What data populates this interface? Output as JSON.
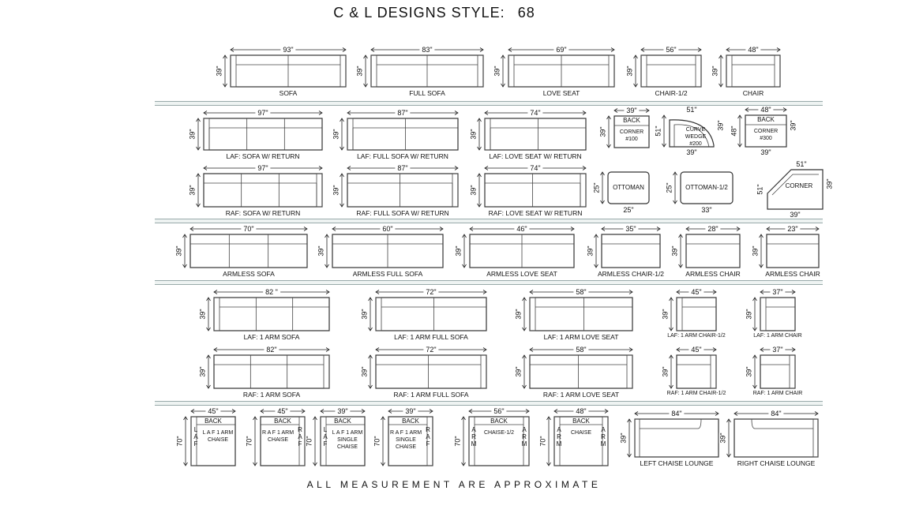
{
  "title": {
    "label": "C & L DESIGNS STYLE:",
    "style_number": "68"
  },
  "footer": "ALL MEASUREMENT ARE APPROXIMATE",
  "rows": [
    [
      {
        "name": "SOFA",
        "width": "93\"",
        "height": "39\"",
        "seats": 2
      },
      {
        "name": "FULL SOFA",
        "width": "83\"",
        "height": "39\"",
        "seats": 2
      },
      {
        "name": "LOVE SEAT",
        "width": "69\"",
        "height": "39\"",
        "seats": 2
      },
      {
        "name": "CHAIR-1/2",
        "width": "56\"",
        "height": "39\"",
        "seats": 1
      },
      {
        "name": "CHAIR",
        "width": "48\"",
        "height": "39\"",
        "seats": 1
      }
    ],
    [
      {
        "name": "LAF: SOFA W/ RETURN",
        "width": "97\"",
        "height": "39\"",
        "seats": 3
      },
      {
        "name": "LAF: FULL SOFA W/ RETURN",
        "width": "87\"",
        "height": "39\"",
        "seats": 2
      },
      {
        "name": "LAF: LOVE SEAT W/ RETURN",
        "width": "74\"",
        "height": "39\"",
        "seats": 2
      },
      {
        "name": "",
        "width": "39\"",
        "height": "39\"",
        "back": "BACK",
        "inner": "CORNER\n#100"
      },
      {
        "name": "",
        "width": "51\"",
        "height": "51\"",
        "height2": "39\"",
        "width2": "39\"",
        "inner": "CURVE\nWEDGE\n#200",
        "shape": "wedge"
      },
      {
        "name": "",
        "width": "48\"",
        "height": "48\"",
        "height2": "39\"",
        "width2": "39\"",
        "back": "BACK",
        "inner": "CORNER\n#300"
      }
    ],
    [
      {
        "name": "RAF: SOFA W/ RETURN",
        "width": "97\"",
        "height": "39\"",
        "seats": 3
      },
      {
        "name": "RAF: FULL SOFA W/ RETURN",
        "width": "87\"",
        "height": "39\"",
        "seats": 2
      },
      {
        "name": "RAF: LOVE SEAT W/ RETURN",
        "width": "74\"",
        "height": "39\"",
        "seats": 2
      },
      {
        "name": "",
        "width": "25\"",
        "height": "25\"",
        "inner": "OTTOMAN",
        "shape": "ottoman"
      },
      {
        "name": "",
        "width": "33\"",
        "height": "25\"",
        "inner": "OTTOMAN-1/2",
        "shape": "ottoman"
      },
      {
        "name": "",
        "width": "51\"",
        "height": "51\"",
        "height2": "39\"",
        "width2": "39\"",
        "inner": "CORNER",
        "shape": "corner"
      }
    ],
    [
      {
        "name": "ARMLESS SOFA",
        "width": "70\"",
        "height": "39\"",
        "seats": 3
      },
      {
        "name": "ARMLESS FULL SOFA",
        "width": "60\"",
        "height": "39\"",
        "seats": 2
      },
      {
        "name": "ARMLESS LOVE SEAT",
        "width": "46\"",
        "height": "39\"",
        "seats": 2
      },
      {
        "name": "ARMLESS CHAIR-1/2",
        "width": "35\"",
        "height": "39\"",
        "seats": 1
      },
      {
        "name": "ARMLESS CHAIR",
        "width": "28\"",
        "height": "39\"",
        "seats": 1
      },
      {
        "name": "ARMLESS CHAIR",
        "width": "23\"",
        "height": "39\"",
        "seats": 1
      }
    ],
    [
      {
        "name": "LAF: 1 ARM SOFA",
        "width": "82 \"",
        "height": "39\"",
        "seats": 3
      },
      {
        "name": "LAF: 1 ARM FULL SOFA",
        "width": "72\"",
        "height": "39\"",
        "seats": 2
      },
      {
        "name": "LAF: 1 ARM LOVE SEAT",
        "width": "58\"",
        "height": "39\"",
        "seats": 2
      },
      {
        "name": "LAF: 1 ARM CHAIR-1/2",
        "width": "45\"",
        "height": "39\"",
        "seats": 1
      },
      {
        "name": "LAF: 1 ARM CHAIR",
        "width": "37\"",
        "height": "39\"",
        "seats": 1
      }
    ],
    [
      {
        "name": "RAF: 1 ARM SOFA",
        "width": "82\"",
        "height": "39\"",
        "seats": 3
      },
      {
        "name": "RAF: 1 ARM FULL SOFA",
        "width": "72\"",
        "height": "39\"",
        "seats": 2
      },
      {
        "name": "RAF: 1 ARM LOVE SEAT",
        "width": "58\"",
        "height": "39\"",
        "seats": 2
      },
      {
        "name": "RAF: 1 ARM CHAIR-1/2",
        "width": "45\"",
        "height": "39\"",
        "seats": 1
      },
      {
        "name": "RAF: 1 ARM CHAIR",
        "width": "37\"",
        "height": "39\"",
        "seats": 1
      }
    ],
    [
      {
        "name": "",
        "width": "45\"",
        "height": "70\"",
        "back": "BACK",
        "inner": "L A F 1 ARM\nCHAISE",
        "side_left": "L A F"
      },
      {
        "name": "",
        "width": "45\"",
        "height": "70\"",
        "back": "BACK",
        "inner": "R A F 1 ARM\nCHAISE",
        "side_right": "R A F"
      },
      {
        "name": "",
        "width": "39\"",
        "height": "70\"",
        "back": "BACK",
        "inner": "L A F 1 ARM\nSINGLE\nCHAISE",
        "side_left": "L A F"
      },
      {
        "name": "",
        "width": "39\"",
        "height": "70\"",
        "back": "BACK",
        "inner": "R A F 1 ARM\nSINGLE\nCHAISE",
        "side_right": "R A F"
      },
      {
        "name": "",
        "width": "56\"",
        "height": "70\"",
        "back": "BACK",
        "inner": "CHAISE-1/2",
        "side_left": "A R M",
        "side_right": "A R M"
      },
      {
        "name": "",
        "width": "48\"",
        "height": "70\"",
        "back": "BACK",
        "inner": "CHAISE",
        "side_left": "A R M",
        "side_right": "A R M"
      },
      {
        "name": "LEFT CHAISE LOUNGE",
        "width": "84\"",
        "height": "39\"",
        "shape": "lounge-left"
      },
      {
        "name": "RIGHT CHAISE LOUNGE",
        "width": "84\"",
        "height": "39\"",
        "shape": "lounge-right"
      }
    ]
  ]
}
